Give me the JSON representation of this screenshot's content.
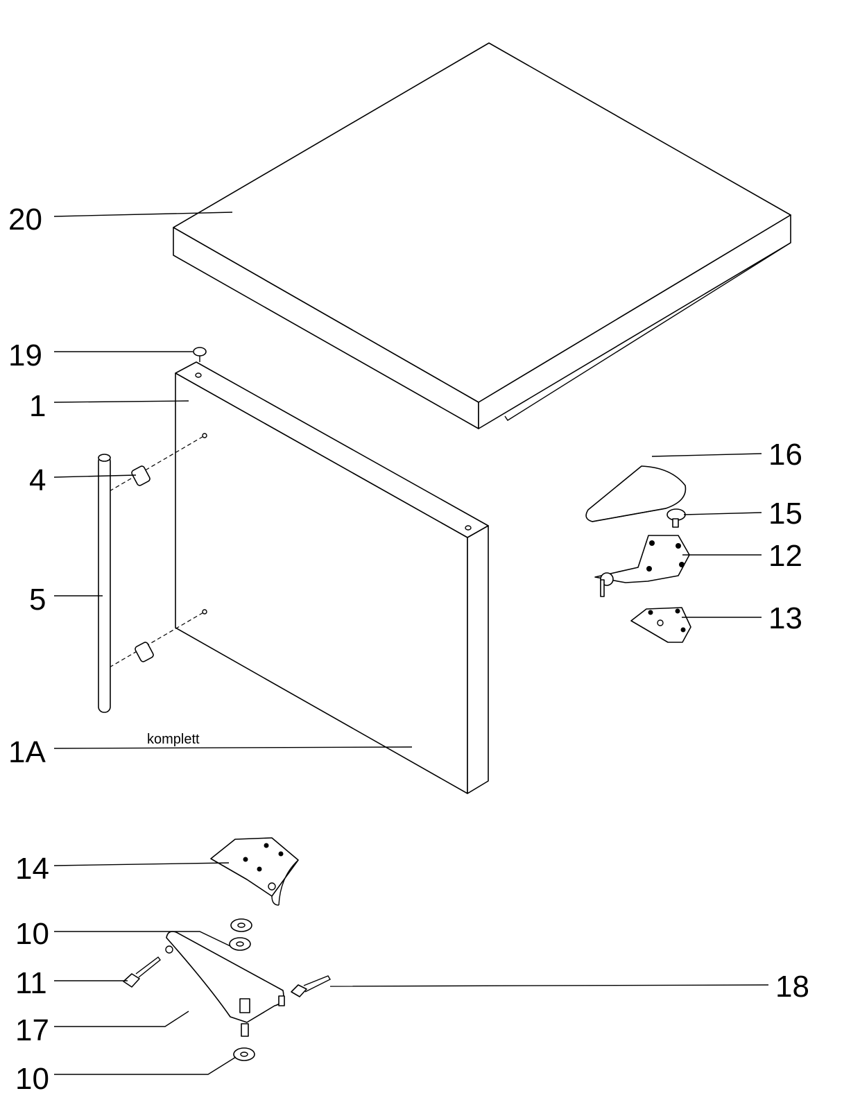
{
  "diagram": {
    "parts": [
      {
        "id": "p20",
        "label": "20"
      },
      {
        "id": "p19",
        "label": "19"
      },
      {
        "id": "p1",
        "label": "1"
      },
      {
        "id": "p4",
        "label": "4"
      },
      {
        "id": "p5",
        "label": "5"
      },
      {
        "id": "p1a",
        "label": "1A",
        "note": "komplett"
      },
      {
        "id": "p16",
        "label": "16"
      },
      {
        "id": "p15",
        "label": "15"
      },
      {
        "id": "p12",
        "label": "12"
      },
      {
        "id": "p13",
        "label": "13"
      },
      {
        "id": "p14",
        "label": "14"
      },
      {
        "id": "p10a",
        "label": "10"
      },
      {
        "id": "p11",
        "label": "11"
      },
      {
        "id": "p18",
        "label": "18"
      },
      {
        "id": "p17",
        "label": "17"
      },
      {
        "id": "p10b",
        "label": "10"
      }
    ]
  }
}
